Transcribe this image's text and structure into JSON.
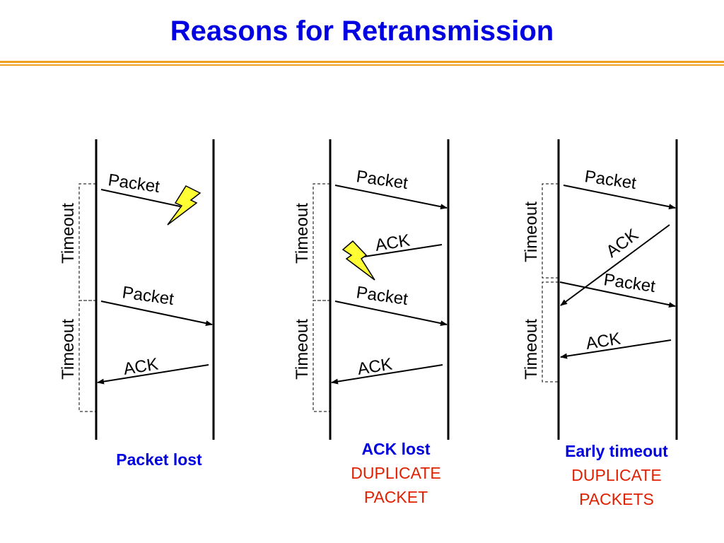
{
  "title": "Reasons for Retransmission",
  "colors": {
    "title": "#0000e0",
    "rule": "#f0a020",
    "duplicate": "#e02000",
    "bolt": "#ffff33"
  },
  "labels": {
    "packet": "Packet",
    "ack": "ACK",
    "timeout": "Timeout"
  },
  "scenarios": [
    {
      "caption": "Packet lost",
      "sub": [
        "",
        ""
      ]
    },
    {
      "caption": "ACK lost",
      "sub": [
        "DUPLICATE",
        "PACKET"
      ]
    },
    {
      "caption": "Early timeout",
      "sub": [
        "DUPLICATE",
        "PACKETS"
      ]
    }
  ],
  "icons": [
    "lightning-bolt-icon"
  ]
}
